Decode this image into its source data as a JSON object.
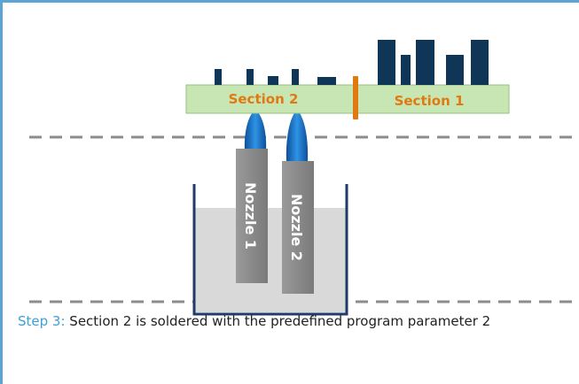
{
  "diagram": {
    "section_2_label": "Section 2",
    "section_1_label": "Section 1",
    "nozzle_1_label": "Nozzle 1",
    "nozzle_2_label": "Nozzle 2"
  },
  "caption": {
    "step_label": "Step 3:",
    "text": " Section 2 is soldered with the predefined program parameter 2"
  },
  "colors": {
    "frame_accent": "#5ba4d6",
    "board_fill": "#c8e6b4",
    "section_label": "#e07a10",
    "divider": "#e07a10",
    "component": "#0f3557",
    "nozzle": "#8a8a8a",
    "solder_wave": "#1877c9",
    "solder_bath": "#d9d9d9",
    "tank_outline": "#1f3a6b",
    "dashed_line": "#8c8c8c",
    "step_label": "#3ea0d8"
  }
}
